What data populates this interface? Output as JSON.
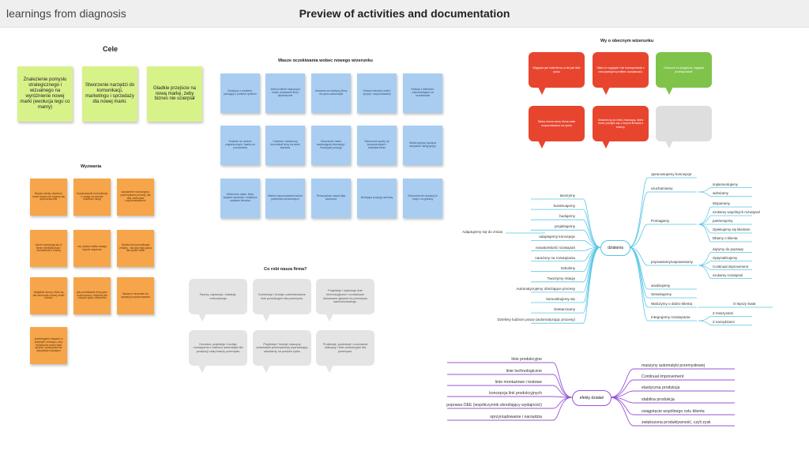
{
  "brand": "learnings from diagnosis",
  "title": "Preview of activities and documentation",
  "colors": {
    "cyan": "#56c6e6",
    "purple": "#9a55d6",
    "red": "#e8452f",
    "green_note": "#d8f28a",
    "blue_note": "#a8cdf1",
    "orange_note": "#f7a54a"
  },
  "goals": {
    "heading": "Cele",
    "notes": [
      "Znalezienie pomysłu strategicznego i wizualnego na wyróżnienie nowej marki (ewolucja tego co mamy)",
      "Stworzenie narzędzi do komunikacji, marketingu i sprzedaży dla nowej marki.",
      "Gładkie przejście na nową markę, żeby biznes nie ucierpiał"
    ]
  },
  "challenges": {
    "heading": "Wyzwania",
    "notes": [
      "Ryzyko straty zasobów, nowa marka nie kojarzy się jednoznacznie",
      "Dopasowanie komunikacji z uwagi na szeroki wachlarz usług",
      "wyważenie ewolucyjnej, przemyślanej zmiany, tak aby zachować rozpoznawalność",
      "ludzie zaczynają się w firmie identyfikować i utożsamiać z marką",
      "czy spółka matka uwaga będzie wspierać",
      "Skuteczna komunikacja zmiany - tak aby była jasna dla spółki matki",
      "Wątpliwe strony, które są dla wizerunku nowej marki istotne",
      "jak przedstawić firmę jako nowoczesną i stabilną dla różnych grup odbiorców",
      "Nazwa w stosunku do sytuacji pozycjonowania",
      "przebieganie etapami w kolejnym miesiącu, aby tożsamość marki była spójna i przejrzysta we wszystkich kanałach"
    ]
  },
  "expectations": {
    "heading": "Wasze oczekiwania wobec nowego wizerunku",
    "notes": [
      "Dostępny z markami, pasujący z polskim rynkiem",
      "Wzmocnienie ekspozycji marki, pokazanie firmy dynamicznie",
      "Uważana za wiodącą firmę na rynku automatyki",
      "Zestaw wizualny marki, spójny i rozpoznawalny",
      "Relacje z klientami, odpowiadające na oczekiwania",
      "Dotarcie do rynków zagranicznych, marka do porównania",
      "Czytelny i elastyczny komunikat firmy na wiele kanałów",
      "Stworzenie marki wspierającej rekrutację i budującej pozycję",
      "Wizerunek oparty na kompetencjach i doświadczeniu",
      "Marka spójna, łącząca wszystkie usługi grupy",
      "Wizerunek marki, który wspiera sprzedaż i zwiększa zaufanie klientów",
      "Marka rozpoznawalna wśród partnerów biznesowych",
      "Pełna jakość nasza byla widoczna",
      "Budująca pozycję rynkową",
      "Wzmocnienie reputacji w kraju i za granicą"
    ]
  },
  "current_image": {
    "heading": "Wy o obecnym wizerunku",
    "bubbles": [
      "Wygląda jak mała firma, a nie jak lider rynku",
      "Słabo to wygląda i nie koresponduje z rzeczywistymi profilem działalności.",
      "Odczucie że przyjazna, wygląda profesjonalnie",
      "Słaba strona www, firma mało rozpoznawalna na rynku",
      "Uważam ją za mało znaczącą, która może pomylić się z innymi firmami z branży"
    ]
  },
  "company": {
    "heading": "Co robi nasza firma?",
    "bubbles": [
      "Tworzy, zaplanuje, instaluje, rozbudowuje",
      "Komentuje i buduje customizowane linie produkcyjne dla przemysłu.",
      "Projektuje i wykonuje linie technologiczne i montażowe stosowane głównie do przemysłu samochodowego.",
      "Doradza, projektuje i buduje rozwiązania z zakresu automatyki dla produkcji całej branży przemysłu",
      "Projektuje i buduje maszyny automatyki przemysłowej wyznaczając standardy na polskim rynku",
      "Projektuje, produkuje i uruchamia maszyny i linie produkcyjne dla przemysłu."
    ]
  },
  "mindmap_dzialania": {
    "center": "działania",
    "left": [
      "tworzymy",
      "konstruujemy",
      "budujemy",
      "projektujemy",
      "adaptujemy koncepcje",
      "nowatorskość rozwiązań",
      "narażony na rozwiązania",
      "Szkolimy",
      "Tworzymy relację",
      "Automatyzujemy obniżające procesy",
      "komunikujemy się",
      "Dostarczamy",
      "Dzielimy ludziom pracę (automatyzując procesy)"
    ],
    "far_left": "Adaptujemy się do zmian",
    "right": [
      {
        "label": "opracowujemy koncepcje",
        "children": []
      },
      {
        "label": "uruchamiamy",
        "children": [
          "implementujemy",
          "wdrażamy"
        ]
      },
      {
        "label": "Pomagamy",
        "children": [
          "Wspieramy",
          "szukamy wspólnych rozwiązań",
          "partnerujemy",
          "Opiekujemy się klientem",
          "Dbamy o klienta"
        ]
      },
      {
        "label": "poprawiamy/usprawniamy",
        "children": [
          "dążymy do poprawy",
          "Optymalizujemy",
          "Continual improvement",
          "szukamy rozwiązań"
        ]
      },
      {
        "label": "analizujemy",
        "children": []
      },
      {
        "label": "Serwisujemy",
        "children": []
      },
      {
        "label": "Walczymy o dobro klienta",
        "children": [
          "O lepszy świat"
        ]
      },
      {
        "label": "Integrujemy rozwiązania",
        "children": [
          "Z maszynami",
          "Z narzędziami"
        ]
      }
    ]
  },
  "mindmap_efekty": {
    "center": "efekty działań",
    "left": [
      "linie produkcyjne",
      "linie technologiczne",
      "linie montażowe i testowe",
      "koncepcja linii produkcyjnych",
      "poprawa OEE (współczynnik określający wydajność)",
      "oprzyrządowanie i narzędzia"
    ],
    "right": [
      "maszyny automatyki przemysłowej",
      "Continual improvement",
      "elastyczna produkcja",
      "stabilna produkcja",
      "osiągnięcie wspólnego celu klienta",
      "zwiększona produktywność, czyli zysk"
    ]
  }
}
